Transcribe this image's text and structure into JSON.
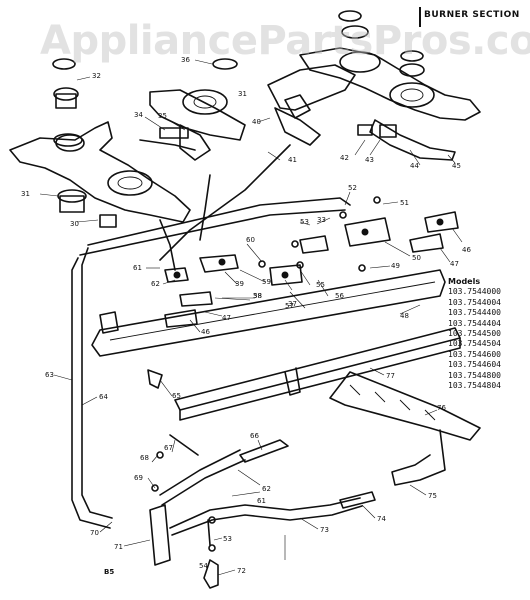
{
  "section_title": "BURNER SECTION",
  "watermark": "AppliancePartsPros.com",
  "models": {
    "header": "Models",
    "list": [
      "103.7544000",
      "103.7544004",
      "103.7544400",
      "103.7544404",
      "103.7544500",
      "103.7544504",
      "103.7544600",
      "103.7544604",
      "103.7544800",
      "103.7544804"
    ]
  },
  "page_code": "B5",
  "part_callouts": [
    "30",
    "31",
    "31",
    "32",
    "33",
    "34",
    "35",
    "36",
    "37",
    "38",
    "39",
    "40",
    "41",
    "42",
    "43",
    "44",
    "45",
    "46",
    "46",
    "47",
    "47",
    "48",
    "49",
    "50",
    "51",
    "52",
    "53",
    "54",
    "55",
    "56",
    "57",
    "58",
    "59",
    "60",
    "61",
    "61",
    "62",
    "62",
    "63",
    "64",
    "65",
    "66",
    "67",
    "68",
    "69",
    "70",
    "71",
    "72",
    "73",
    "74",
    "75",
    "76",
    "77"
  ]
}
